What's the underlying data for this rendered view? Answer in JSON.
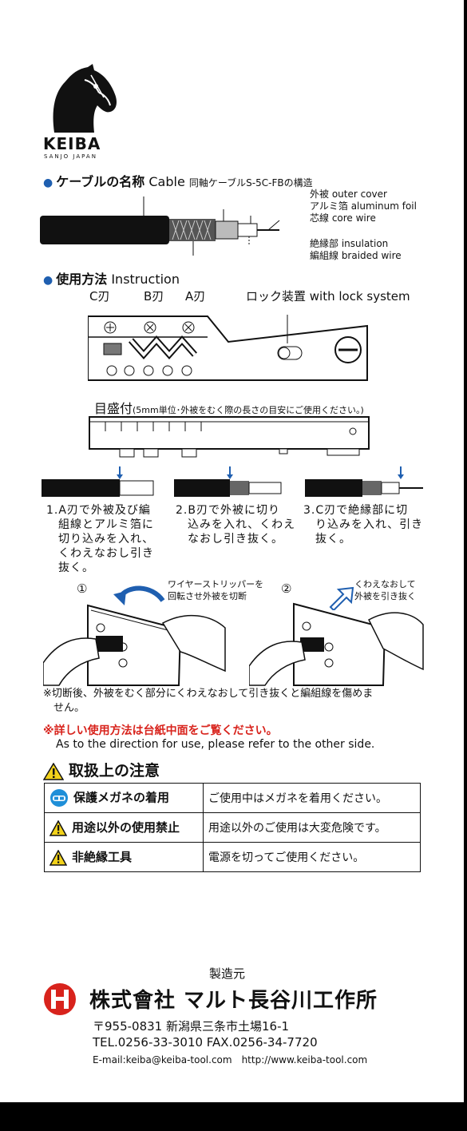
{
  "logo": {
    "brand": "KEIBA",
    "sub": "SANJO JAPAN"
  },
  "cable": {
    "heading": "ケーブルの名称",
    "heading_en": "Cable",
    "subheading": "同軸ケーブルS-5C-FBの構造",
    "labels": [
      "外被 outer cover",
      "アルミ箔 aluminum foil",
      "芯線 core wire",
      "絶縁部 insulation",
      "編組線 braided wire"
    ]
  },
  "instruction": {
    "heading": "使用方法",
    "heading_en": "Instruction",
    "blades": [
      "C刃",
      "B刃",
      "A刃"
    ],
    "lock": "ロック装置 with lock system",
    "scale": "目盛付",
    "scale_note": "(5mm単位･外被をむく際の長さの目安にご使用ください。)",
    "steps": [
      "1.A刃で外被及び編\n　組線とアルミ箔に\n　切り込みを入れ、\n　くわえなおし引き\n　抜く。",
      "2.B刃で外被に切り\n　込みを入れ、くわえ\n　なおし引き抜く。",
      "3.C刃で絶縁部に切\n　り込みを入れ、引き\n　抜く。"
    ],
    "fig1_num": "①",
    "fig1_caption": "ワイヤーストリッパーを\n回転させ外被を切断",
    "fig2_num": "②",
    "fig2_caption": "くわえなおして\n外被を引き抜く",
    "note": "※切断後、外被をむく部分にくわえなおして引き抜くと編組線を傷めま\n　せん。",
    "red_note": "※詳しい使用方法は台紙中面をご覧ください。",
    "english_note": "As to the direction for use, please refer to the other side."
  },
  "caution": {
    "heading": "取扱上の注意",
    "rows": [
      {
        "icon": "goggles-icon",
        "label": "保護メガネの着用",
        "text": "ご使用中はメガネを着用ください。"
      },
      {
        "icon": "warning-icon",
        "label": "用途以外の使用禁止",
        "text": "用途以外のご使用は大変危険です。"
      },
      {
        "icon": "warning-icon",
        "label": "非絶縁工具",
        "text": "電源を切ってご使用ください。"
      }
    ]
  },
  "maker": {
    "label": "製造元",
    "company": "株式會社 マルト長谷川工作所",
    "address": "〒955-0831 新潟県三条市土場16-1",
    "tel": "TEL.0256-33-3010 FAX.0256-34-7720",
    "web": "E-mail:keiba@keiba-tool.com　http://www.keiba-tool.com"
  },
  "colors": {
    "accent_blue": "#1f5fb0",
    "red": "#d8231c",
    "warning_yellow": "#f2d21b"
  }
}
